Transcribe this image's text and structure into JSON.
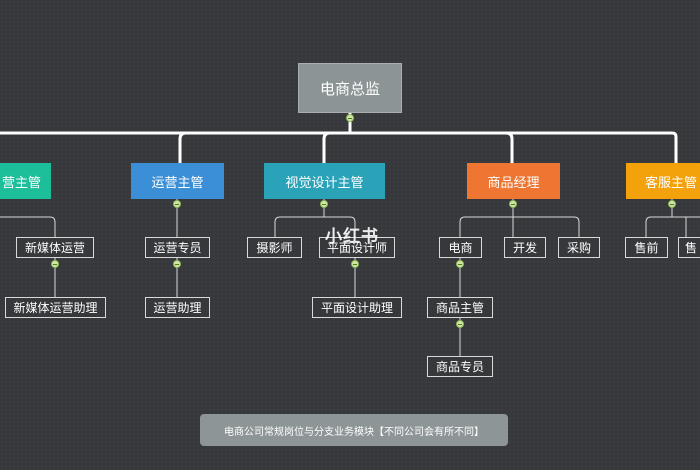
{
  "root": {
    "label": "电商总监"
  },
  "departments": [
    {
      "label": "营主管",
      "color": "#1dbf9b"
    },
    {
      "label": "运营主管",
      "color": "#3b8fd6"
    },
    {
      "label": "视觉设计主管",
      "color": "#2aa2b8"
    },
    {
      "label": "商品经理",
      "color": "#ee7532"
    },
    {
      "label": "客服主管",
      "color": "#f4a20c"
    }
  ],
  "roles": {
    "new_media_ops": "新媒体运营",
    "new_media_ops_assistant": "新媒体运营助理",
    "ops_specialist": "运营专员",
    "ops_assistant": "运营助理",
    "photographer": "摄影师",
    "graphic_designer": "平面设计师",
    "graphic_design_assistant": "平面设计助理",
    "ecommerce": "电商",
    "development": "开发",
    "procurement": "采购",
    "product_supervisor": "商品主管",
    "product_specialist": "商品专员",
    "presales": "售前",
    "aftersales": "售"
  },
  "caption": "电商公司常规岗位与分支业务模块【不同公司会有所不同】",
  "watermark": "小红书"
}
